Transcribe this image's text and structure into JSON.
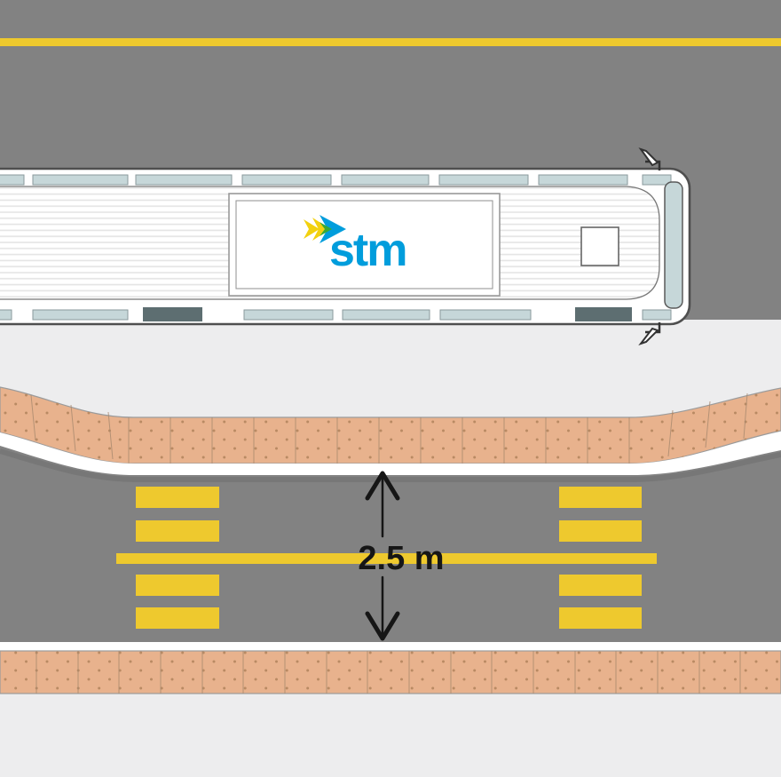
{
  "diagram": {
    "subject": "bus-stop-curb-extension-top-view",
    "measurement": {
      "label": "2.5 m"
    },
    "bus": {
      "operator_logo_text": "stm"
    }
  },
  "colors": {
    "road_gray": "#828282",
    "marking_yellow": "#eec92e",
    "sidewalk_gray": "#ededee",
    "tactile_peach": "#e8b28d",
    "tactile_dot": "#b98a63",
    "bus_white": "#ffffff",
    "window_blue": "#c6d7d9",
    "door_slate": "#5d6e71",
    "outline_dark": "#4f4f4f",
    "stm_blue": "#009ddc",
    "stm_yellow": "#f2d10f",
    "stm_green": "#39a935",
    "label_black": "#161616",
    "curb_white": "#ffffff",
    "shadow_gray": "#6f6f6f"
  }
}
